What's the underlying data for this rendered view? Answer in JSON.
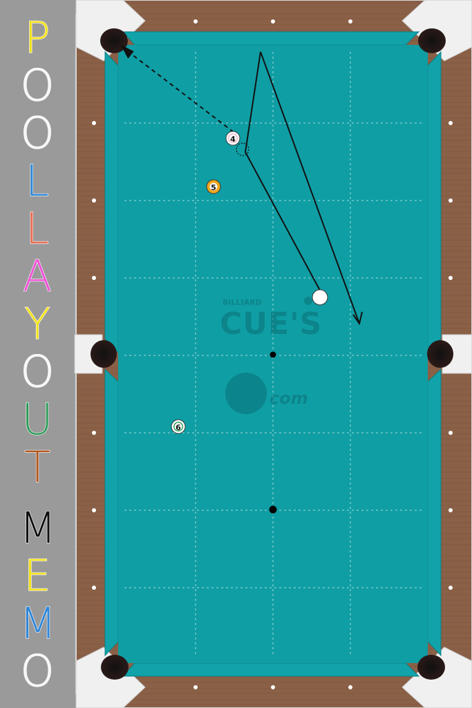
{
  "app": {
    "title_letters": [
      {
        "char": "P",
        "color": "#f3e21c"
      },
      {
        "char": "O",
        "color": "#f7f7f7"
      },
      {
        "char": "O",
        "color": "#f7f7f7"
      },
      {
        "char": "L",
        "color": "#2f86d6"
      },
      {
        "char": "L",
        "color": "#e86a4f"
      },
      {
        "char": "A",
        "color": "#ee52d6"
      },
      {
        "char": "Y",
        "color": "#f3e21c"
      },
      {
        "char": "O",
        "color": "#f7f7f7"
      },
      {
        "char": "U",
        "color": "#2f9b58"
      },
      {
        "char": "T",
        "color": "#b1561d"
      },
      {
        "char": "M",
        "color": "#111111"
      },
      {
        "char": "E",
        "color": "#f3e21c"
      },
      {
        "char": "M",
        "color": "#2f86d6"
      },
      {
        "char": "O",
        "color": "#f7f7f7"
      }
    ]
  },
  "table": {
    "felt_color": "#0f9ea4",
    "rail_color": "#8a6047",
    "cushion_color": "#12a3aa",
    "watermark": {
      "small_text": "BILLIARD",
      "main_text": "CUE'S",
      "logo_text": "com"
    }
  },
  "balls": [
    {
      "label": "4",
      "kind": "stripe",
      "color": "#f2b6c8"
    },
    {
      "label": "5",
      "kind": "solid",
      "color": "#f0a71d"
    },
    {
      "label": "6",
      "kind": "stripe",
      "color": "#2fa25c"
    },
    {
      "label": "",
      "kind": "cue",
      "color": "#ffffff"
    }
  ],
  "colors": {
    "shot_line": "#111111",
    "grid": "#d8f1f2",
    "diamond": "#ffffff"
  }
}
